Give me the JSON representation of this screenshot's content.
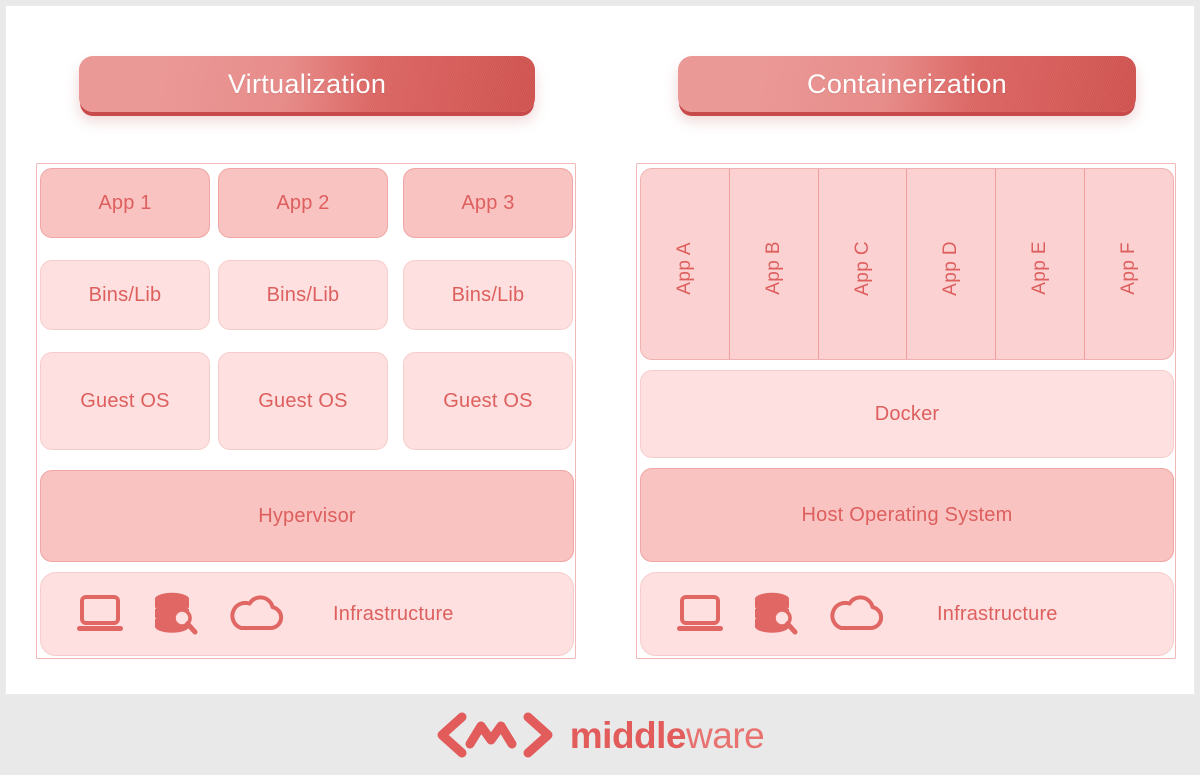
{
  "theme": {
    "page_bg": "#e9e9e9",
    "card_bg": "#ffffff",
    "accent_red": "#dd5f5e",
    "pill_gradient_from": "#e8817f",
    "pill_gradient_to": "#d1534f",
    "tone_dark": "#f9c3c1",
    "tone_mid": "#fbd2d1",
    "tone_light": "#fde0df",
    "border_pink": "#f0b9b8"
  },
  "headers": {
    "left": "Virtualization",
    "right": "Containerization"
  },
  "virtualization": {
    "apps": [
      "App 1",
      "App 2",
      "App 3"
    ],
    "bins": [
      "Bins/Lib",
      "Bins/Lib",
      "Bins/Lib"
    ],
    "guest_os": [
      "Guest OS",
      "Guest OS",
      "Guest OS"
    ],
    "hypervisor": "Hypervisor",
    "infrastructure": "Infrastructure"
  },
  "containerization": {
    "apps": [
      "App A",
      "App B",
      "App C",
      "App D",
      "App E",
      "App F"
    ],
    "engine": "Docker",
    "host_os": "Host Operating System",
    "infrastructure": "Infrastructure"
  },
  "icons": {
    "laptop": "laptop-icon",
    "database_search": "database-search-icon",
    "cloud": "cloud-icon",
    "logo_mark": "middleware-chevron-logo-icon"
  },
  "footer": {
    "brand_bold": "middle",
    "brand_thin": "ware"
  }
}
